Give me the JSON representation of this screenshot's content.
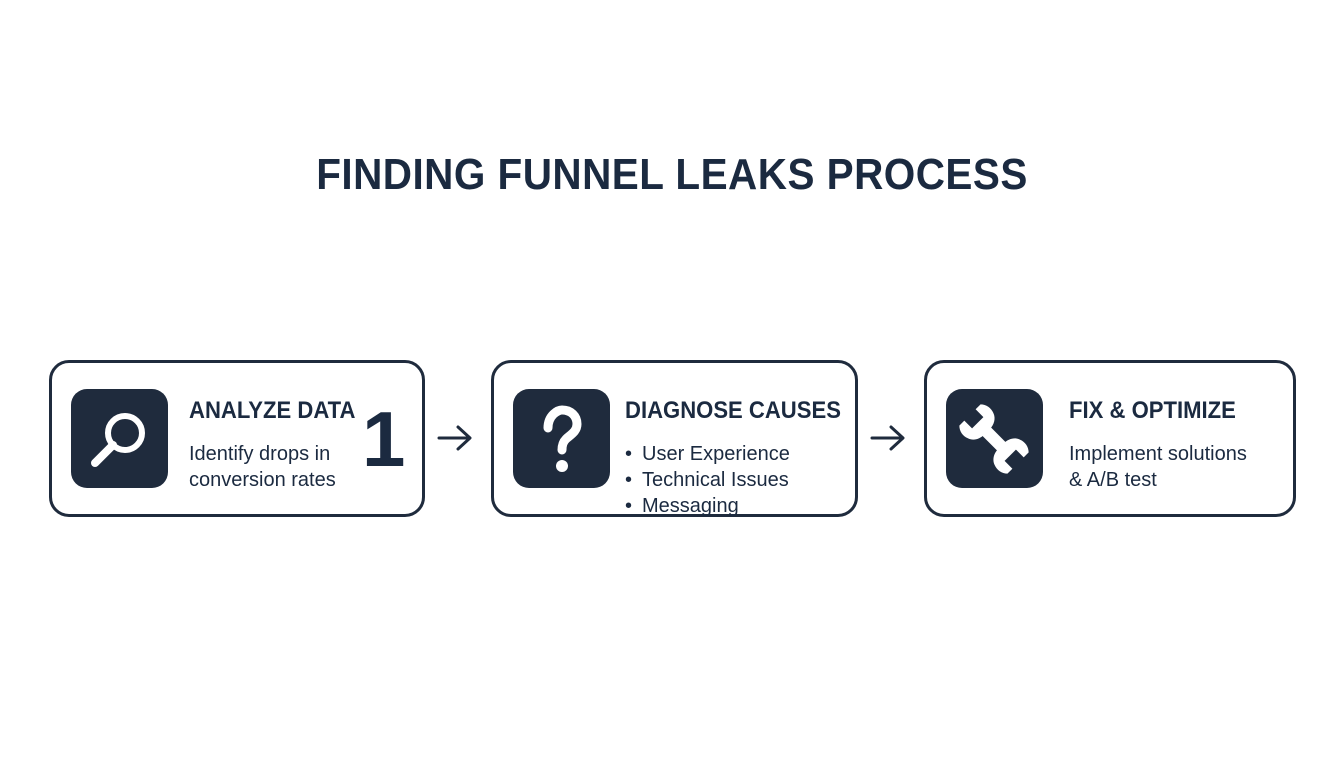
{
  "title": "FINDING FUNNEL LEAKS PROCESS",
  "colors": {
    "primary": "#1f2b3d",
    "text": "#1b2a40",
    "background": "#ffffff"
  },
  "steps": [
    {
      "icon": "magnifier-icon",
      "title": "ANALYZE DATA",
      "lines": [
        "Identify drops in",
        "conversion rates"
      ],
      "number": "1"
    },
    {
      "icon": "question-mark-icon",
      "title": "DIAGNOSE CAUSES",
      "bullets": [
        "User Experience",
        "Technical Issues",
        "Messaging"
      ]
    },
    {
      "icon": "wrench-icon",
      "title": "FIX & OPTIMIZE",
      "lines": [
        "Implement solutions",
        "& A/B test"
      ]
    }
  ],
  "connectors": [
    "arrow-right-icon",
    "arrow-right-icon"
  ]
}
